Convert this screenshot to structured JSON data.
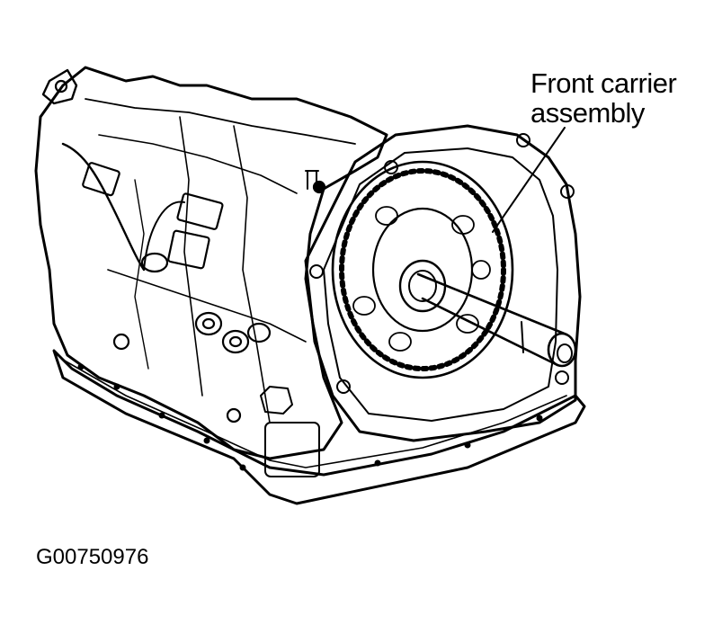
{
  "callout": {
    "line1": "Front carrier",
    "line2": "assembly"
  },
  "figure_id": "G00750976",
  "colors": {
    "ink": "#000000",
    "paper": "#ffffff"
  },
  "icons": [
    "transmission-illustration"
  ]
}
